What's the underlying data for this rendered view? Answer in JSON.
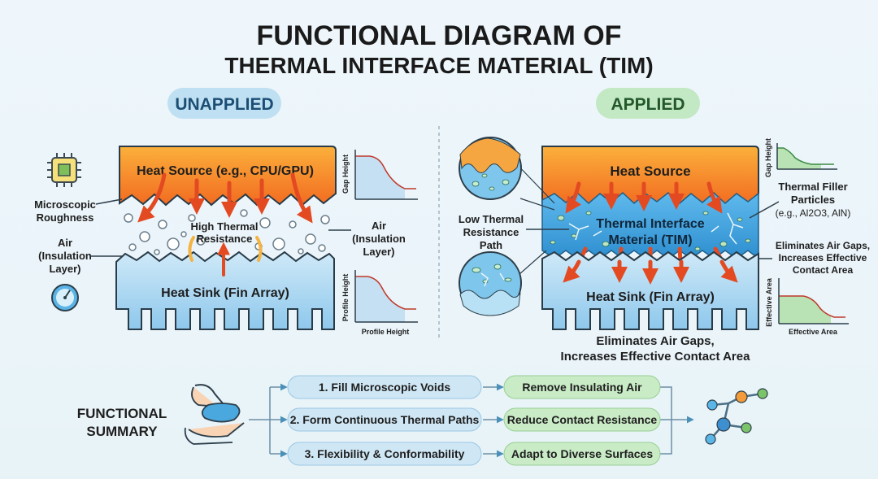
{
  "title": {
    "line1": "FUNCTIONAL DIAGRAM OF",
    "line2": "THERMAL INTERFACE MATERIAL (TIM)"
  },
  "unapplied": {
    "badge": "UNAPPLIED",
    "heat_source": "Heat Source (e.g., CPU/GPU)",
    "heat_sink": "Heat Sink (Fin Array)",
    "roughness_label": [
      "Microscopic",
      "Roughness"
    ],
    "air_left_label": [
      "Air",
      "(Insulation",
      "Layer)"
    ],
    "air_right_label": [
      "Air",
      "(Insulation",
      "Layer)"
    ],
    "resistance_label": [
      "High Thermal",
      "Resistance"
    ],
    "chart_top": {
      "ylabel": "Gap Height"
    },
    "chart_bottom": {
      "ylabel": "Profile Height",
      "xlabel": "Profile Height"
    }
  },
  "applied": {
    "badge": "APPLIED",
    "heat_source": "Heat Source",
    "tim": [
      "Thermal Interface",
      "Material (TIM)"
    ],
    "heat_sink": "Heat Sink (Fin Array)",
    "low_resistance": [
      "Low Thermal",
      "Resistance",
      "Path"
    ],
    "filler": [
      "Thermal Filler",
      "Particles"
    ],
    "filler_example": "(e.g., Al2O3, AlN)",
    "eliminates_right": [
      "Eliminates Air Gaps,",
      "Increases Effective",
      "Contact Area"
    ],
    "eliminates_bottom": [
      "Eliminates Air Gaps,",
      "Increases Effective Contact Area"
    ],
    "chart_top": {
      "ylabel": "Gap Height"
    },
    "chart_bottom": {
      "ylabel": "Effective Area",
      "xlabel": "Effective Area"
    }
  },
  "summary": {
    "label": [
      "FUNCTIONAL",
      "SUMMARY"
    ],
    "steps": [
      {
        "step": "1. Fill Microscopic Voids",
        "result": "Remove Insulating Air"
      },
      {
        "step": "2. Form Continuous Thermal Paths",
        "result": "Reduce Contact Resistance"
      },
      {
        "step": "3. Flexibility & Conformability",
        "result": "Adapt to Diverse Surfaces"
      }
    ]
  },
  "icons": {
    "chip": "cpu-chip-icon",
    "gauge": "gauge-icon",
    "hands": "hands-with-pad-icon",
    "network": "molecule-network-icon"
  },
  "colors": {
    "heat_orange": "#f7941d",
    "sink_blue": "#8fcbed",
    "tim_blue": "#43a7e2",
    "arrow_red": "#e8502a",
    "unapplied_badge": "#bfe0f2",
    "applied_badge": "#c3e8c4",
    "step_blue": "#cfe7f5",
    "result_green": "#c9ebc6"
  }
}
